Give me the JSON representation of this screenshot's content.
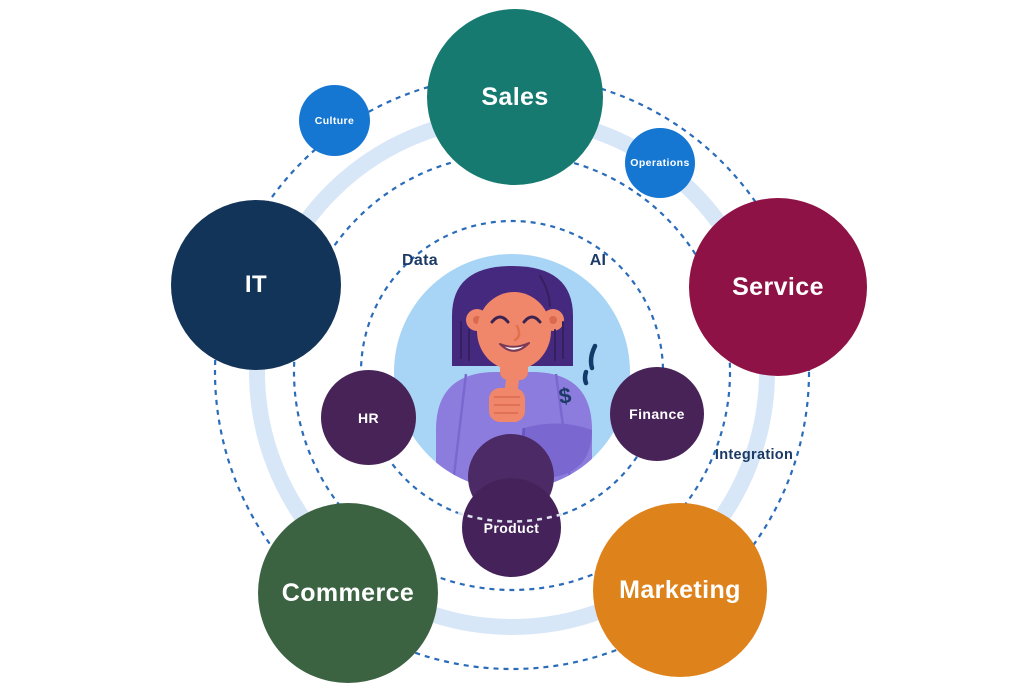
{
  "diagram": {
    "type": "hub-and-orbit infographic",
    "center_illustration": "smiling woman with thumbs up",
    "bubbles": {
      "sales": {
        "label": "Sales",
        "color": "#177A70"
      },
      "culture": {
        "label": "Culture",
        "color": "#1677D2"
      },
      "operations": {
        "label": "Operations",
        "color": "#1677D2"
      },
      "it": {
        "label": "IT",
        "color": "#133459"
      },
      "service": {
        "label": "Service",
        "color": "#8E1245"
      },
      "hr": {
        "label": "HR",
        "color": "#472358"
      },
      "finance": {
        "label": "Finance",
        "color": "#472358"
      },
      "product": {
        "label": "Product",
        "color": "#45235A"
      },
      "commerce": {
        "label": "Commerce",
        "color": "#3B6342"
      },
      "marketing": {
        "label": "Marketing",
        "color": "#DE831B"
      }
    },
    "orbit_labels": {
      "data": "Data",
      "ai": "AI",
      "integration": "Integration"
    },
    "doodles": {
      "dollar": "$"
    },
    "colors": {
      "ring_dash_blue": "#2A6CB9",
      "ring_solid_blue": "#D8E7F8",
      "center_circle_blue": "#A8D5F5",
      "label_text_navy": "#1B3A66"
    }
  }
}
